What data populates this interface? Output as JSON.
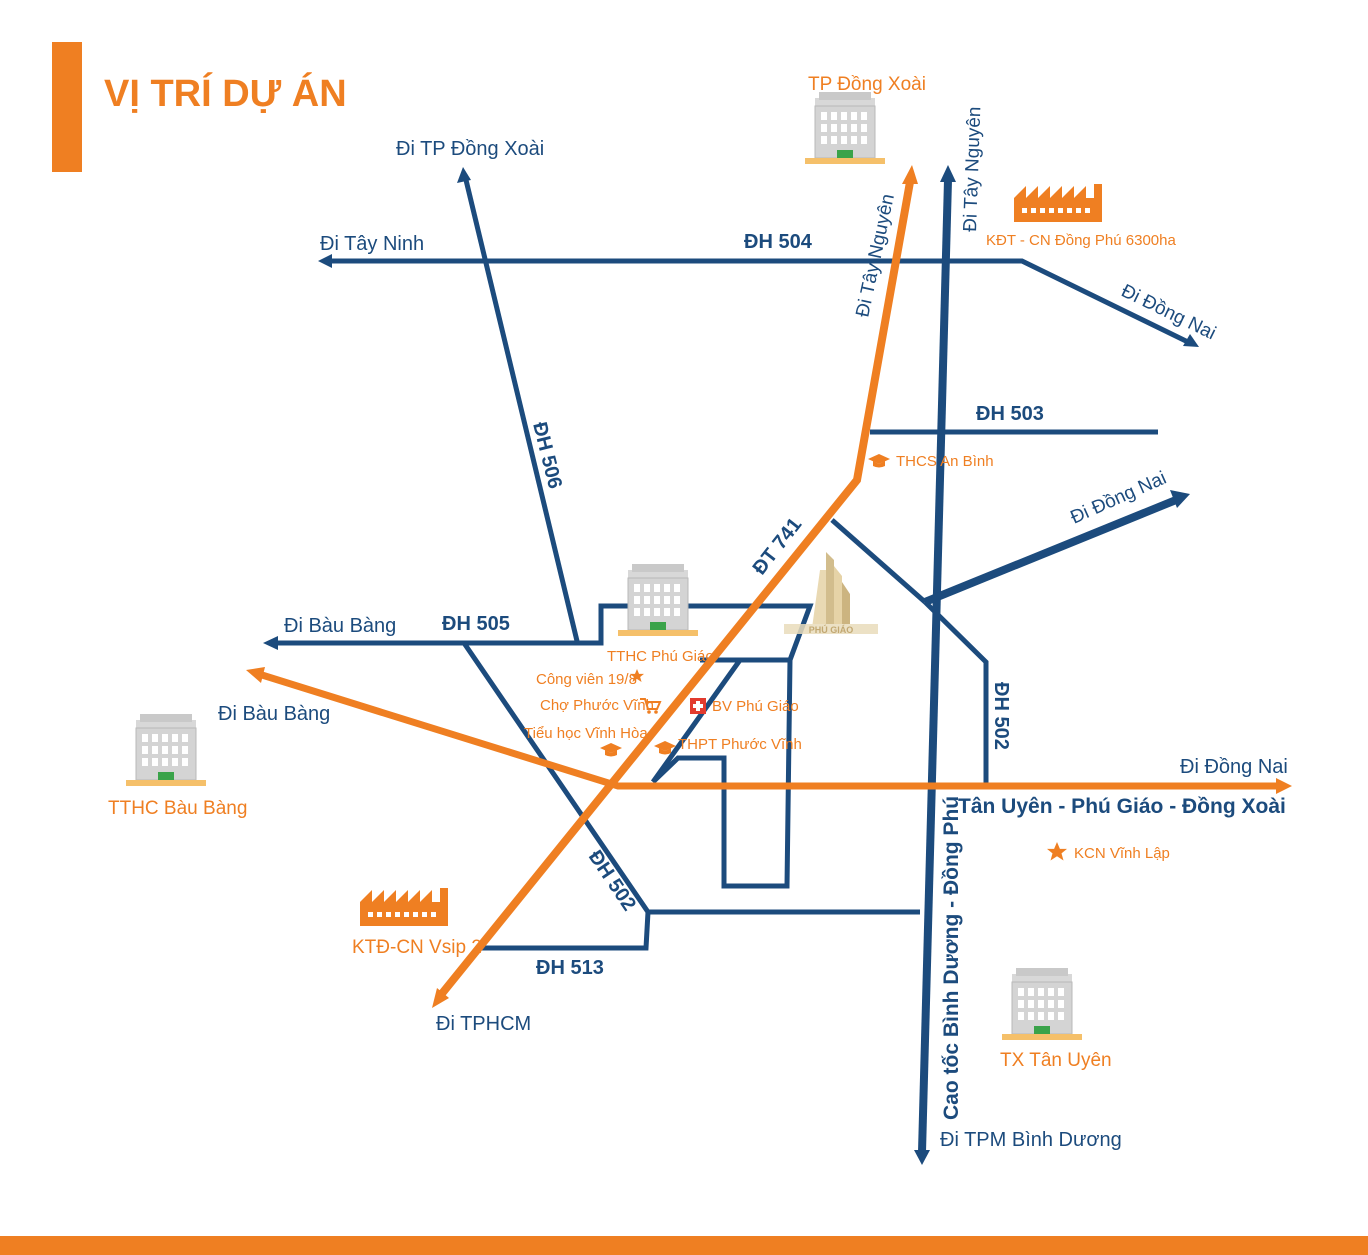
{
  "title": "VỊ TRÍ DỰ ÁN",
  "colors": {
    "accent": "#ef7f22",
    "road": "#1c4b7d",
    "building": "#c9c9c9",
    "building_base": "#f5c06a",
    "green": "#3aa34a"
  },
  "roads": {
    "dh504": "ĐH 504",
    "dh503": "ĐH 503",
    "dh505": "ĐH 505",
    "dh506": "ĐH 506",
    "dt741": "ĐT 741",
    "dh502_right": "ĐH 502",
    "dh502_left": "ĐH 502",
    "dh513": "ĐH 513",
    "main_route": "Tân Uyên - Phú Giáo  - Đồng Xoài",
    "expressway": "Cao tốc Bình Dương - Đồng Phú"
  },
  "directions": {
    "tay_ninh": "Đi Tây Ninh",
    "dong_xoai_top": "Đi TP Đồng Xoài",
    "tay_nguyen_1": "Đi Tây Nguyên",
    "tay_nguyen_2": "Đi Tây Nguyên",
    "dong_nai_1": "Đi Đồng Nai",
    "dong_nai_2": "Đi Đồng Nai",
    "dong_nai_3": "Đi Đồng Nai",
    "bau_bang_1": "Đi Bàu Bàng",
    "bau_bang_2": "Đi Bàu Bàng",
    "tphcm": "Đi TPHCM",
    "tpm_binh_duong": "Đi TPM Bình Dương"
  },
  "places": {
    "tp_dong_xoai": "TP Đồng Xoài",
    "kdt_dong_phu": "KĐT - CN Đồng Phú 6300ha",
    "thcs_an_binh": "THCS An Bình",
    "tthc_phu_giao": "TTHC Phú Giáo",
    "cong_vien": "Công viên 19/8",
    "cho_phuoc_vinh": "Chợ Phước Vĩnh",
    "bv_phu_giao": "BV Phú Giáo",
    "tieu_hoc": "Tiểu học Vĩnh Hòa",
    "thpt": "THPT Phước Vĩnh",
    "tthc_bau_bang": "TTHC Bàu Bàng",
    "kcn_vinh_lap": "KCN Vĩnh Lập",
    "ktd_vsip2": "KTĐ-CN Vsip 2",
    "tx_tan_uyen": "TX Tân Uyên"
  },
  "icons": {
    "building": "office-building-icon",
    "factory": "factory-icon",
    "school": "graduation-cap-icon",
    "star": "star-icon",
    "cart": "shopping-cart-icon",
    "hospital": "red-cross-icon",
    "project": "project-tower-icon"
  }
}
